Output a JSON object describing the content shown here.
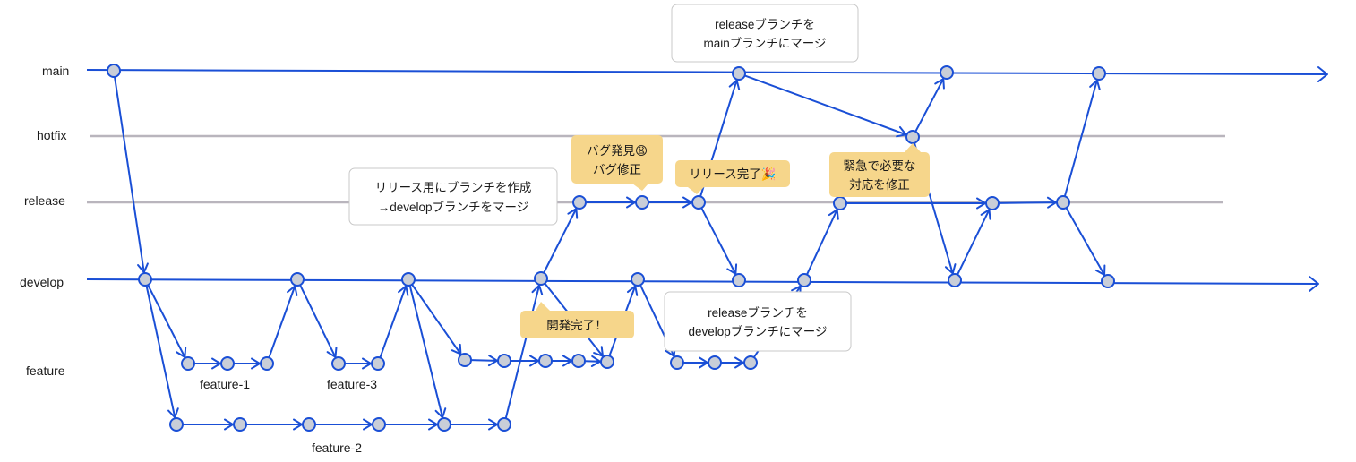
{
  "lanes": [
    {
      "id": "main",
      "label": "main"
    },
    {
      "id": "hotfix",
      "label": "hotfix"
    },
    {
      "id": "release",
      "label": "release"
    },
    {
      "id": "develop",
      "label": "develop"
    },
    {
      "id": "feature",
      "label": "feature"
    }
  ],
  "branch_labels": {
    "feature1": "feature-1",
    "feature2": "feature-2",
    "feature3": "feature-3"
  },
  "callouts": {
    "release_to_main": [
      "releaseブランチを",
      "mainブランチにマージ"
    ],
    "bug_fix": [
      "バグ発見😩",
      "バグ修正"
    ],
    "release_done": [
      "リリース完了🎉"
    ],
    "emergency": [
      "緊急で必要な",
      "対応を修正"
    ],
    "release_branch_create": [
      "リリース用にブランチを作成",
      "→developブランチをマージ"
    ],
    "dev_done": [
      "開発完了！"
    ],
    "release_to_develop": [
      "releaseブランチを",
      "developブランチにマージ"
    ]
  },
  "colors": {
    "edge": "#1a4fd6",
    "node_fill": "#c9ced8",
    "gray_lane": "#b9b5bd",
    "callout_yellow": "#f6d68b"
  }
}
